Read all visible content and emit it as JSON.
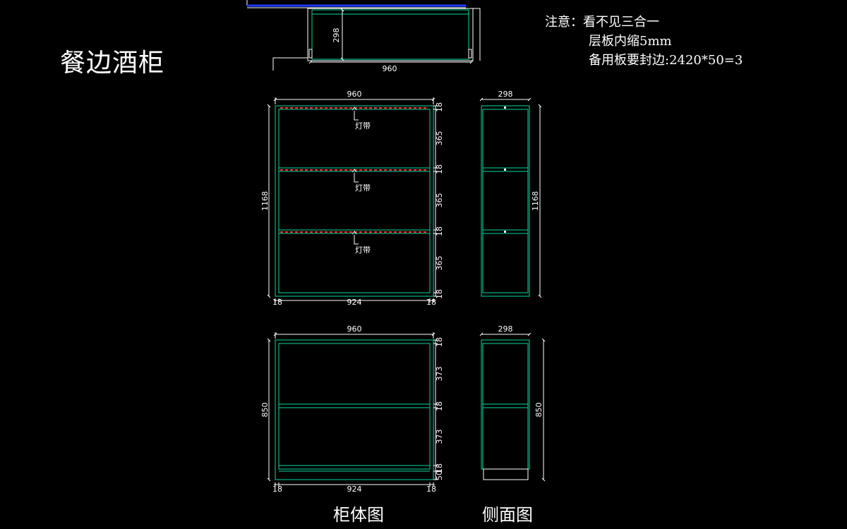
{
  "title": "餐边酒柜",
  "notes": {
    "line1": "注意：看不见三合一",
    "line2": "层板内缩5mm",
    "line3": "备用板要封边:2420*50=3"
  },
  "captions": {
    "body": "柜体图",
    "side": "侧面图"
  },
  "top_view": {
    "width": "960",
    "depth": "298"
  },
  "upper_cabinet": {
    "width": "960",
    "inner_width": "924",
    "height": "1168",
    "side_left": "18",
    "side_right": "18",
    "vertical": [
      "18",
      "365",
      "18",
      "365",
      "18",
      "365",
      "18"
    ],
    "light_label": "灯带"
  },
  "upper_side": {
    "depth": "298",
    "height": "1168"
  },
  "lower_cabinet": {
    "width": "960",
    "inner_width": "924",
    "height": "850",
    "side_left": "18",
    "side_right": "18",
    "vertical": [
      "18",
      "373",
      "18",
      "373",
      "18",
      "50"
    ]
  },
  "lower_side": {
    "depth": "298",
    "height": "850"
  },
  "colors": {
    "panel": "#00d8a0",
    "dim": "#ffffff",
    "light_strip": "#ff3030",
    "top_line": "#1e3cff"
  }
}
